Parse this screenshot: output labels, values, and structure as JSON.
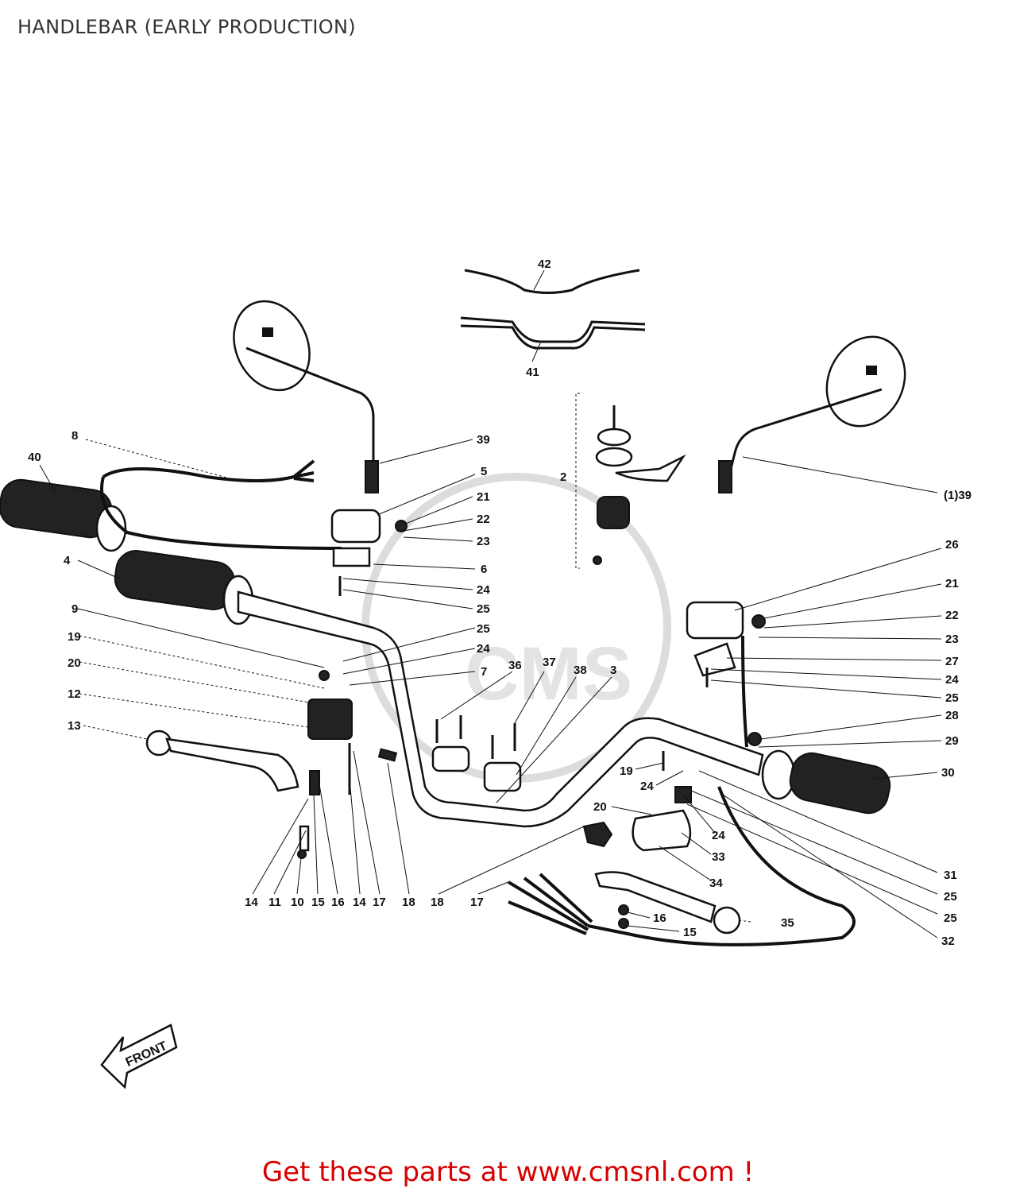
{
  "title": "HANDLEBAR (EARLY PRODUCTION)",
  "footer_cta": "Get these parts at www.cmsnl.com !",
  "front_arrow_text": "FRONT",
  "watermark_text": "CMS",
  "callouts": {
    "c42": "42",
    "c41": "41",
    "c2": "2",
    "c8": "8",
    "c40": "40",
    "c39": "39",
    "c5": "5",
    "c21a": "21",
    "c22a": "22",
    "c23a": "23",
    "c6": "6",
    "c24a": "24",
    "c25a": "25",
    "c4": "4",
    "c9": "9",
    "c19a": "19",
    "c20a": "20",
    "c12": "12",
    "c13": "13",
    "c25b": "25",
    "c24b": "24",
    "c7": "7",
    "c36": "36",
    "c37": "37",
    "c38": "38",
    "c3": "3",
    "c1_39": "(1)39",
    "c26": "26",
    "c21b": "21",
    "c22b": "22",
    "c23b": "23",
    "c27": "27",
    "c24c": "24",
    "c25c": "25",
    "c28": "28",
    "c29": "29",
    "c30": "30",
    "c19b": "19",
    "c24d": "24",
    "c20b": "20",
    "c24e": "24",
    "c33": "33",
    "c34": "34",
    "c31": "31",
    "c25d": "25",
    "c25e": "25",
    "c32": "32",
    "c35": "35",
    "c16b": "16",
    "c15b": "15",
    "b14a": "14",
    "b11": "11",
    "b10": "10",
    "b15": "15",
    "b16": "16",
    "b14b": "14",
    "b17a": "17",
    "b18a": "18",
    "b18b": "18",
    "b17b": "17"
  }
}
